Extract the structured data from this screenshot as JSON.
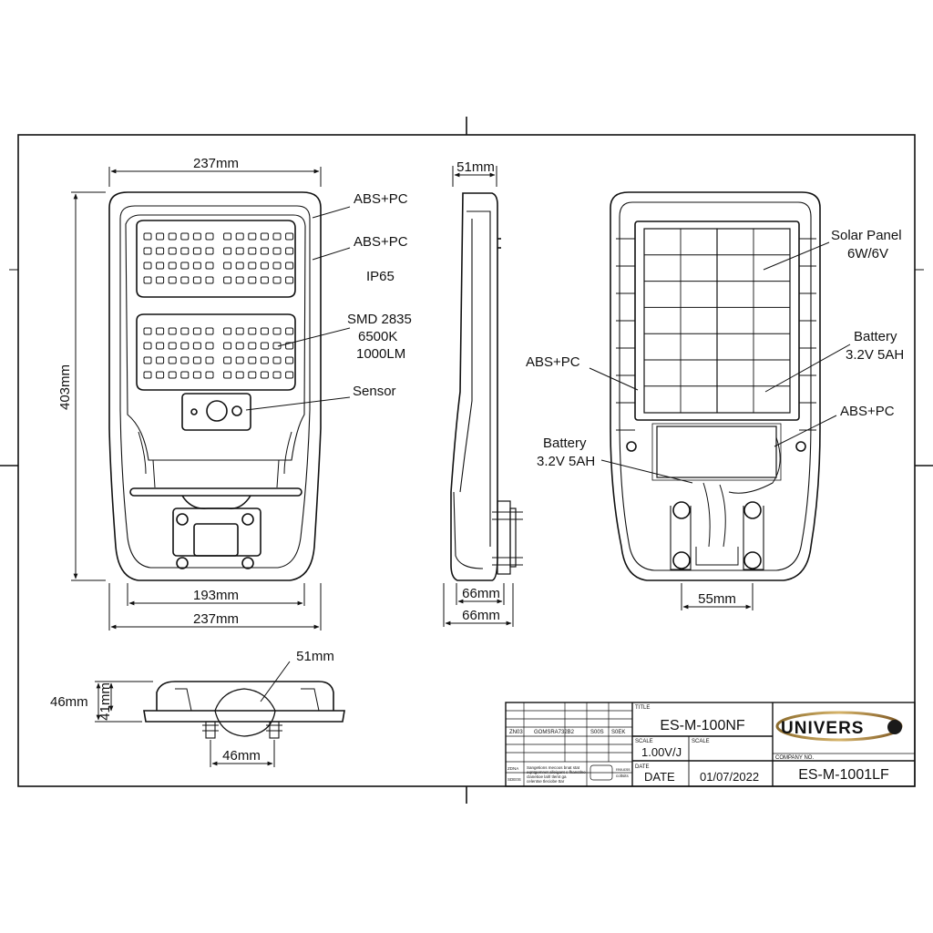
{
  "front_view": {
    "width_top": "237mm",
    "height": "403mm",
    "width_inner": "193mm",
    "width_bottom": "237mm",
    "label_housing_top": "ABS+PC",
    "label_housing_side": "ABS+PC",
    "label_rating": "IP65",
    "label_led": [
      "SMD 2835",
      "6500K",
      "1000LM"
    ],
    "label_sensor": "Sensor"
  },
  "side_view": {
    "depth_top": "51mm",
    "depth_base": "66mm",
    "depth_overall": "66mm"
  },
  "rear_view": {
    "label_panel": [
      "Solar Panel",
      "6W/6V"
    ],
    "label_battery_right": [
      "Battery",
      "3.2V 5AH"
    ],
    "label_housing_left": "ABS+PC",
    "label_housing_right": "ABS+PC",
    "label_battery_left": [
      "Battery",
      "3.2V 5AH"
    ],
    "bracket_spacing": "55mm"
  },
  "bottom_view": {
    "dim_top": "51mm",
    "dim_height_a": "46mm",
    "dim_height_b": "41mm",
    "dim_bolt": "46mm"
  },
  "title_block": {
    "title_caption": "TITLE",
    "title": "ES-M-100NF",
    "scale_caption": "SCALE",
    "scale_value": "1.00V/J",
    "scale_caption2": "SCALE",
    "date_caption": "DATE",
    "date_label": "DATE",
    "date_value": "01/07/2022",
    "company_caption": "COMPANY NO.",
    "company_no": "ES-M-1001LF",
    "logo_text": "UNIVERS",
    "rev_cells": [
      "ZN03",
      "GOMSRA732B2",
      "S00S",
      "S0EK"
    ],
    "note_rows": [
      "ZDNA",
      "SDE0S"
    ],
    "note_text": [
      "Sangetions mecoos bnat stat",
      "eqntgemnet alleigant c fhanstlne",
      "clanetioe lalrl tlemt ga",
      "celentse tleciobe ttar"
    ],
    "stamp_text": [
      "rexucss",
      "coltsits"
    ]
  }
}
